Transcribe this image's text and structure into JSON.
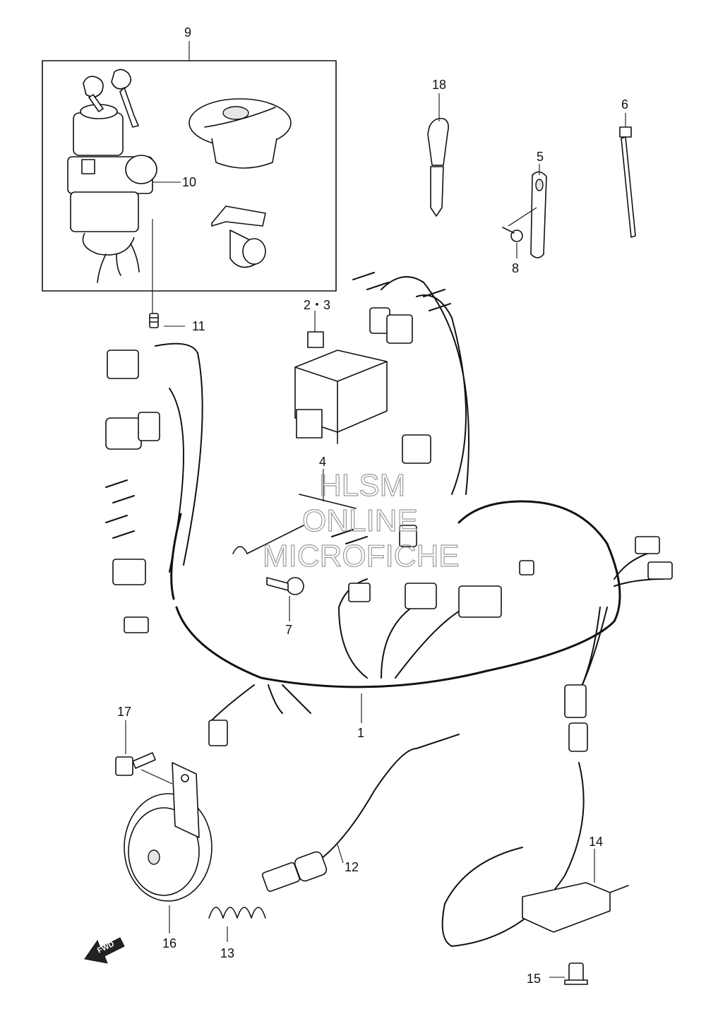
{
  "callouts": {
    "c1": "1",
    "c23": "2・3",
    "c4": "4",
    "c5": "5",
    "c6": "6",
    "c7": "7",
    "c8": "8",
    "c9": "9",
    "c10": "10",
    "c11": "11",
    "c12": "12",
    "c13": "13",
    "c14": "14",
    "c15": "15",
    "c16": "16",
    "c17": "17",
    "c18": "18"
  },
  "watermark": {
    "line1": "HLSM",
    "line2": "ONLINE",
    "line3": "MICROFICHE"
  },
  "direction": {
    "label": "FWD",
    "icon": "forward-arrow-icon"
  }
}
